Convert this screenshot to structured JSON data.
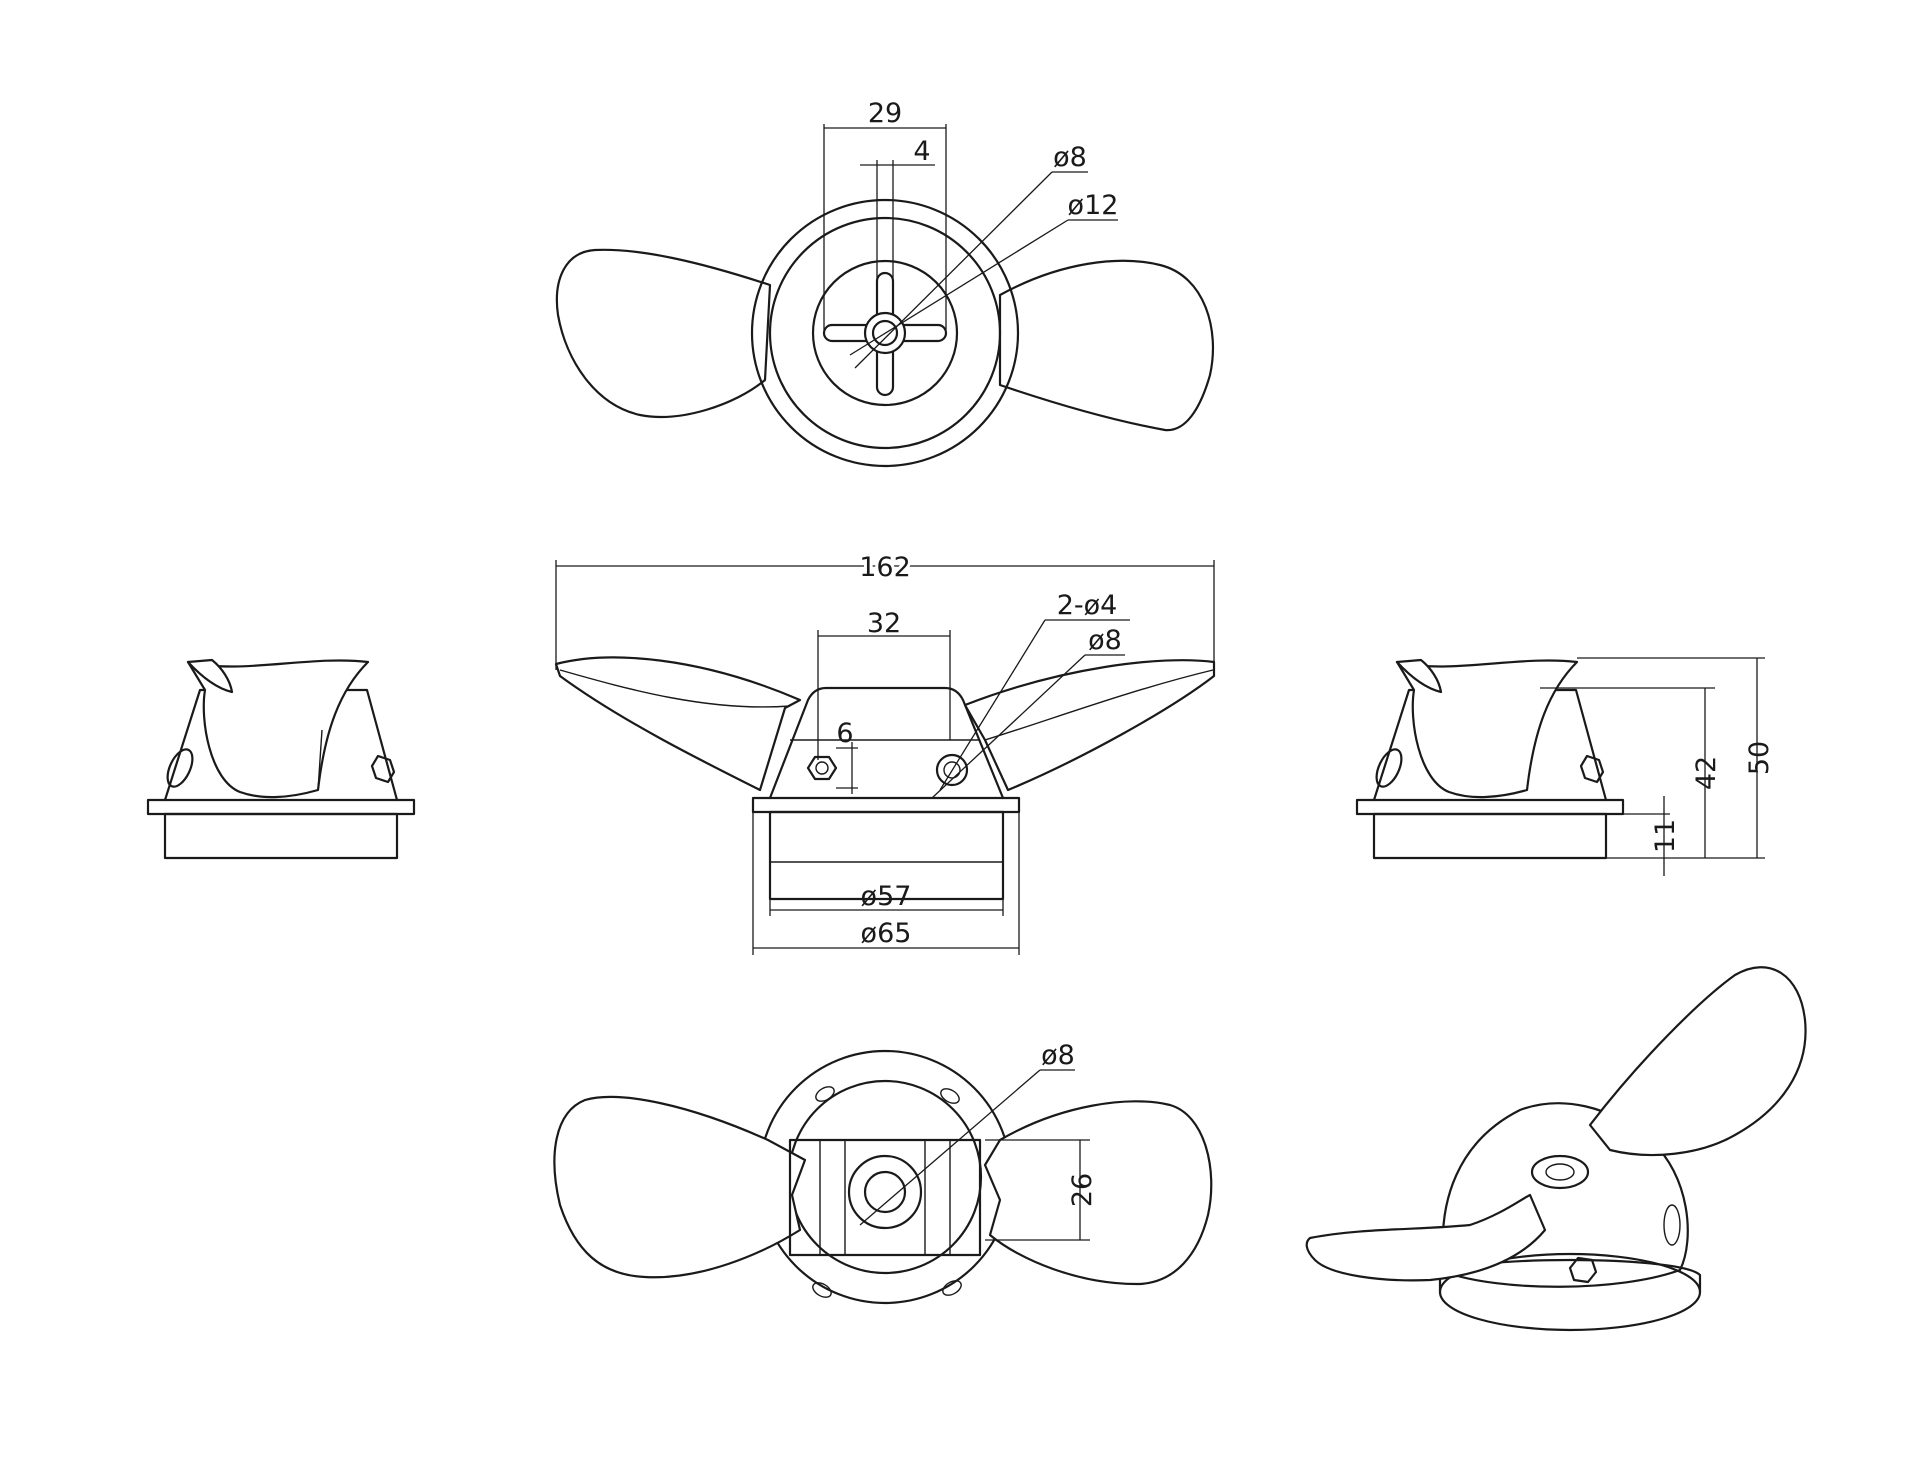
{
  "views": {
    "top": {
      "dims": {
        "width_outer": "29",
        "slot": "4",
        "bore": "ø8",
        "boss": "ø12"
      }
    },
    "front": {
      "dims": {
        "span": "162",
        "hub_width": "32",
        "holes": "2-ø4",
        "bore": "ø8",
        "nut": "6",
        "base_inner": "ø57",
        "base_outer": "ø65"
      }
    },
    "right": {
      "dims": {
        "total_height": "50",
        "hub_height": "42",
        "base_height": "11"
      }
    },
    "bottom": {
      "dims": {
        "bore": "ø8",
        "hub_depth": "26"
      }
    }
  }
}
